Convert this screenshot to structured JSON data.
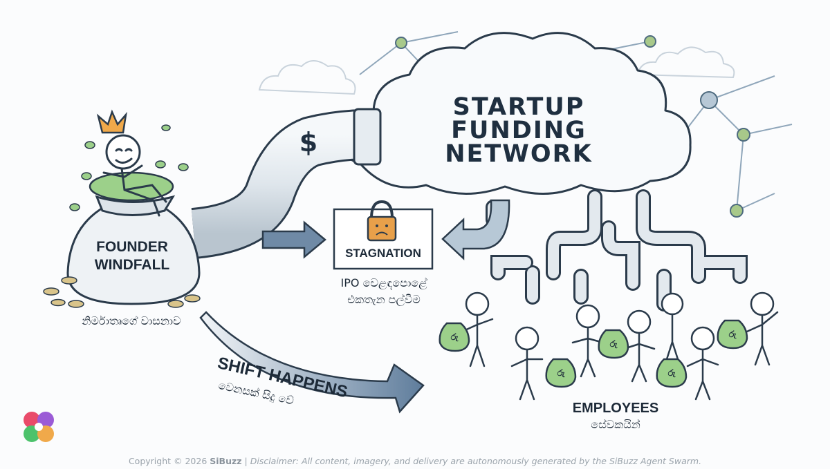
{
  "cloud": {
    "line1": "STARTUP",
    "line2": "FUNDING",
    "line3": "NETWORK"
  },
  "pipe_symbol": "$",
  "founder": {
    "title_line1": "FOUNDER",
    "title_line2": "WINDFALL",
    "sinhala": "නිර්මාතෘගේ වාසනාව"
  },
  "stagnation": {
    "sign": "STAGNATION",
    "sinhala_line1": "IPO වෙළඳපොළේ",
    "sinhala_line2": "එකතැන පල්වීම"
  },
  "shift": {
    "title": "SHIFT HAPPENS",
    "sinhala": "වෙනසක් සිදු වේ"
  },
  "employees": {
    "title": "EMPLOYEES",
    "sinhala": "සේවකයින්",
    "bag_label": "රු"
  },
  "footer": {
    "prefix": "Copyright © 2026 ",
    "brand": "SiBuzz",
    "separator": " | ",
    "disclaimer": "Disclaimer: All content, imagery, and delivery are autonomously generated by the SiBuzz Agent Swarm."
  },
  "colors": {
    "ink": "#1f2f40",
    "pipe": "#dfe6ec",
    "money_green": "#9cd08a",
    "coin": "#d9c48a",
    "lock": "#e8a04a",
    "node": "#a8c98a",
    "arrow": "#6f8aa6"
  }
}
